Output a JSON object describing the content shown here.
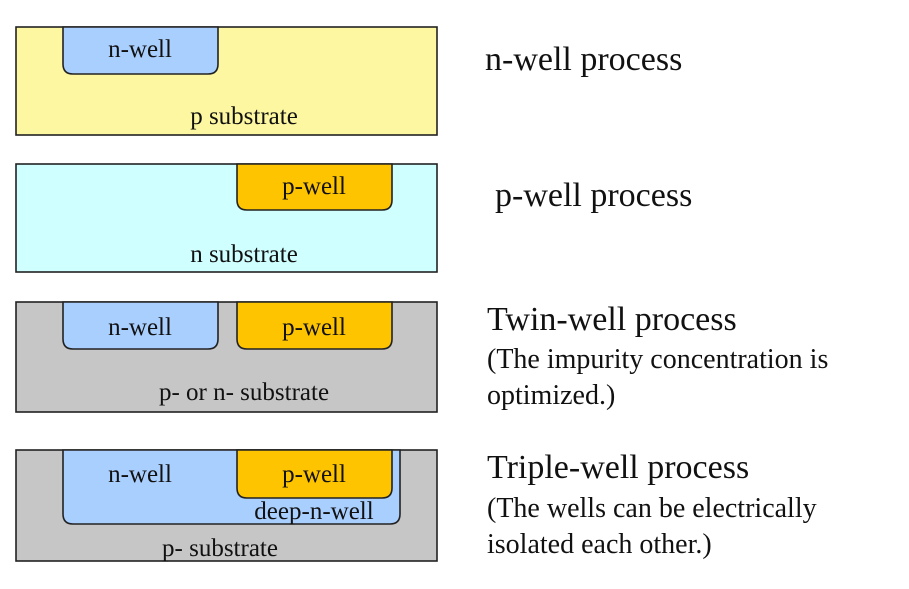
{
  "colors": {
    "p_substrate": "#fcf7a0",
    "n_substrate": "#cfffff",
    "gray_substrate": "#c6c6c6",
    "n_well": "#a9cfff",
    "p_well": "#ffc400",
    "outline": "#222222"
  },
  "rows": [
    {
      "id": "n-well-process",
      "title": "n-well process",
      "notes": [],
      "substrate": "p substrate",
      "wells": [
        "n-well"
      ]
    },
    {
      "id": "p-well-process",
      "title": "p-well process",
      "notes": [],
      "substrate": "n substrate",
      "wells": [
        "p-well"
      ]
    },
    {
      "id": "twin-well-process",
      "title": "Twin-well process",
      "notes": [
        "(The impurity concentration is",
        "optimized.)"
      ],
      "substrate": "p- or n- substrate",
      "wells": [
        "n-well",
        "p-well"
      ]
    },
    {
      "id": "triple-well-process",
      "title": "Triple-well process",
      "notes": [
        "(The wells can be electrically",
        "isolated each other.)"
      ],
      "substrate": "p- substrate",
      "wells": [
        "n-well",
        "p-well",
        "deep-n-well"
      ]
    }
  ]
}
